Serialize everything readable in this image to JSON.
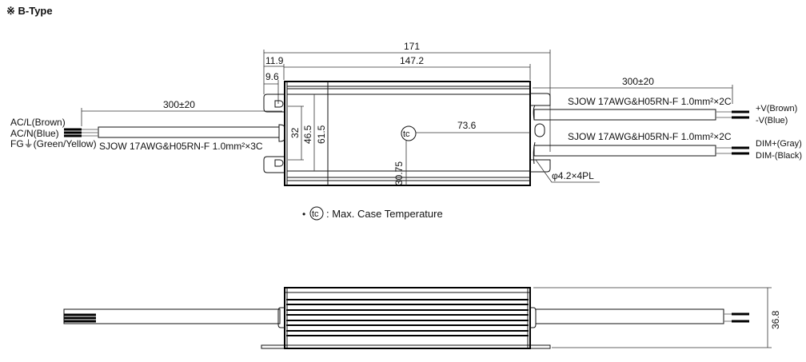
{
  "title": "※ B-Type",
  "top_view": {
    "dim_overall": "171",
    "dim_body": "147.2",
    "dim_tab_outer": "11.9",
    "dim_tab_inner": "9.6",
    "dim_input_cable": "300±20",
    "dim_output_cable": "300±20",
    "dim_32": "32",
    "dim_46_5": "46.5",
    "dim_61_5": "61.5",
    "dim_tc_x": "73.6",
    "dim_tc_y": "30.75",
    "tc_symbol": "tc",
    "mount_hole": "φ4.2×4PL",
    "input_labels": [
      "AC/L(Brown)",
      "AC/N(Blue)",
      "FG⏚(Green/Yellow)"
    ],
    "input_cable_spec": "SJOW 17AWG&H05RN-F 1.0mm²×3C",
    "output_cable_spec_1": "SJOW 17AWG&H05RN-F 1.0mm²×2C",
    "output_cable_spec_2": "SJOW 17AWG&H05RN-F 1.0mm²×2C",
    "output_labels": [
      "+V(Brown)",
      "-V(Blue)",
      "DIM+(Gray)",
      "DIM-(Black)"
    ]
  },
  "legend": {
    "bullet": "•",
    "tc_symbol": "tc",
    "text": ": Max. Case Temperature"
  },
  "side_view": {
    "dim_height": "36.8"
  }
}
